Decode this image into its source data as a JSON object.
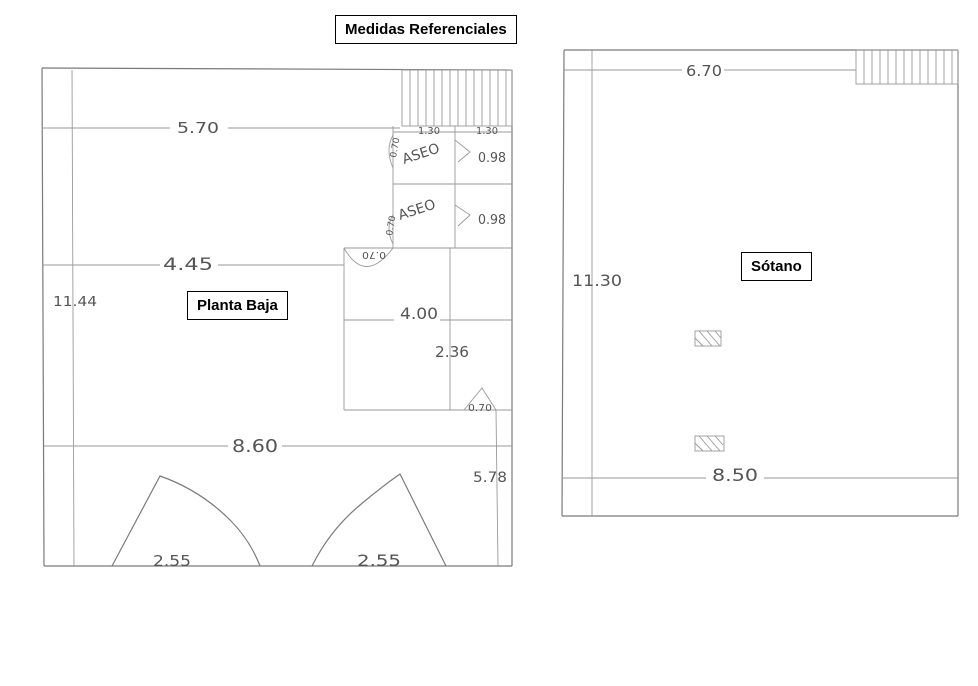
{
  "title": "Medidas Referenciales",
  "planta_baja": {
    "label": "Planta Baja",
    "dims": {
      "d570": "5.70",
      "d445": "4.45",
      "d1144": "11.44",
      "d130a": "1.30",
      "d130b": "1.30",
      "d098a": "0.98",
      "d098b": "0.98",
      "d070a": "0.70",
      "d070b": "0.70",
      "d070c": "0.70",
      "d400": "4.00",
      "d236": "2.36",
      "d070d": "0.70",
      "d860": "8.60",
      "d578": "5.78",
      "d255a": "2.55",
      "d255b": "2.55"
    },
    "rooms": {
      "aseo1": "ASEO",
      "aseo2": "ASEO"
    }
  },
  "sotano": {
    "label": "Sótano",
    "dims": {
      "d670": "6.70",
      "d1130": "11.30",
      "d850": "8.50"
    }
  }
}
